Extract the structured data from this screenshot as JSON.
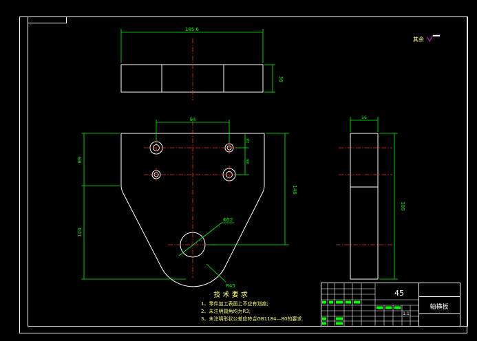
{
  "colors": {
    "background": "#000000",
    "outline": "#ffffff",
    "dimension": "#00ff00",
    "centerline": "#ff2a2a",
    "note_text": "#ffff66",
    "symbol": "#ff33ff"
  },
  "dimensions": {
    "top_width": "185.6",
    "top_height": "36",
    "front_hole_spacing": "94",
    "front_top_offset": "18",
    "front_hole_vertical": "36",
    "front_left_height": "99",
    "front_lower_height": "120",
    "front_total_height": "146",
    "front_arc_diameter": "Φ52",
    "front_bottom_radius": "R45",
    "side_width": "56",
    "side_height": "189"
  },
  "roughness": {
    "label": "其余"
  },
  "notes": {
    "title": "技 术 要 求",
    "items": [
      "1、零件加工表面上不应有划痕;",
      "2、未注明圆角均为R3;",
      "3、未注明形状公差应符合GB1184—80的要求."
    ]
  },
  "title_block": {
    "material": "45",
    "part_name": "轴横板",
    "scale": "1:1"
  }
}
